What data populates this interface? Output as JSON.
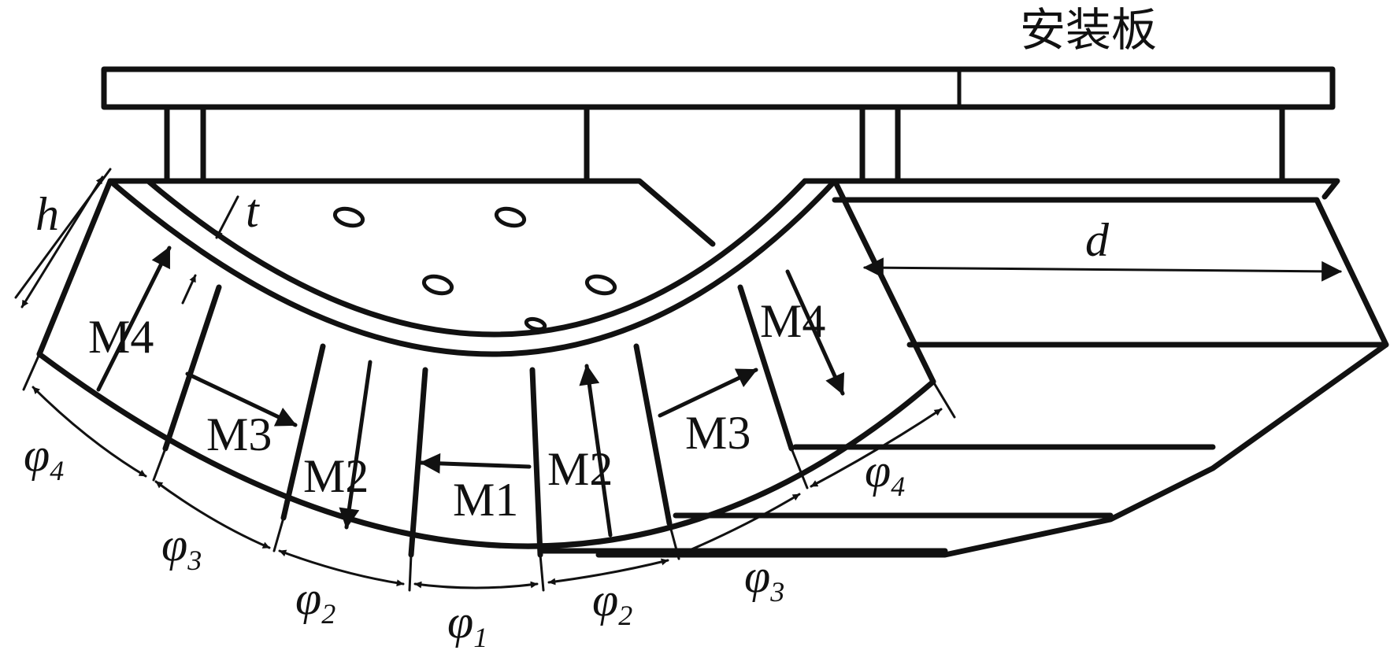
{
  "title": "安装板",
  "dimensions": {
    "h": "h",
    "t": "t",
    "d": "d"
  },
  "magnets": {
    "m1": "M1",
    "m2_left": "M2",
    "m2_right": "M2",
    "m3_left": "M3",
    "m3_right": "M3",
    "m4_left": "M4",
    "m4_right": "M4"
  },
  "angles": {
    "symbol": "φ",
    "phi1": "1",
    "phi2": "2",
    "phi3": "3",
    "phi4": "4"
  },
  "colors": {
    "line": "#111111",
    "background": "#ffffff"
  }
}
